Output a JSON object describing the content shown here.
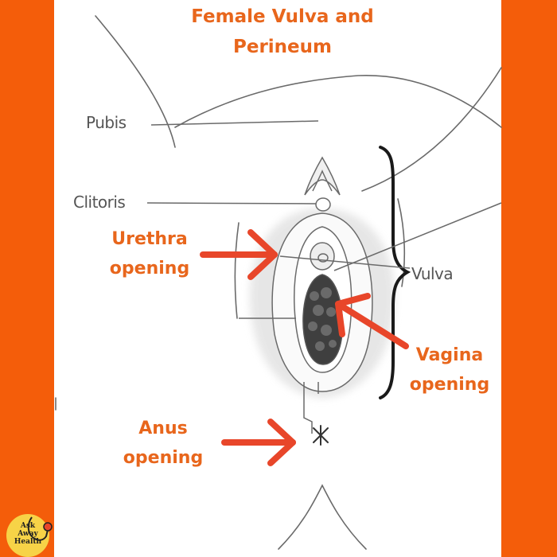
{
  "title": {
    "line1": "Female Vulva and",
    "line2": "Perineum"
  },
  "labels": {
    "pubis": "Pubis",
    "clitoris": "Clitoris",
    "vulva": "Vulva",
    "urethra_line1": "Urethra",
    "urethra_line2": "opening",
    "vagina_line1": "Vagina",
    "vagina_line2": "opening",
    "anus_line1": "Anus",
    "anus_line2": "opening"
  },
  "logo": {
    "line1": "Ask",
    "line2": "Away",
    "line3": "Health"
  },
  "colors": {
    "accent": "#f45d0a",
    "arrow": "#e8462a",
    "label_text": "#e8661c",
    "line_art": "#555555"
  }
}
